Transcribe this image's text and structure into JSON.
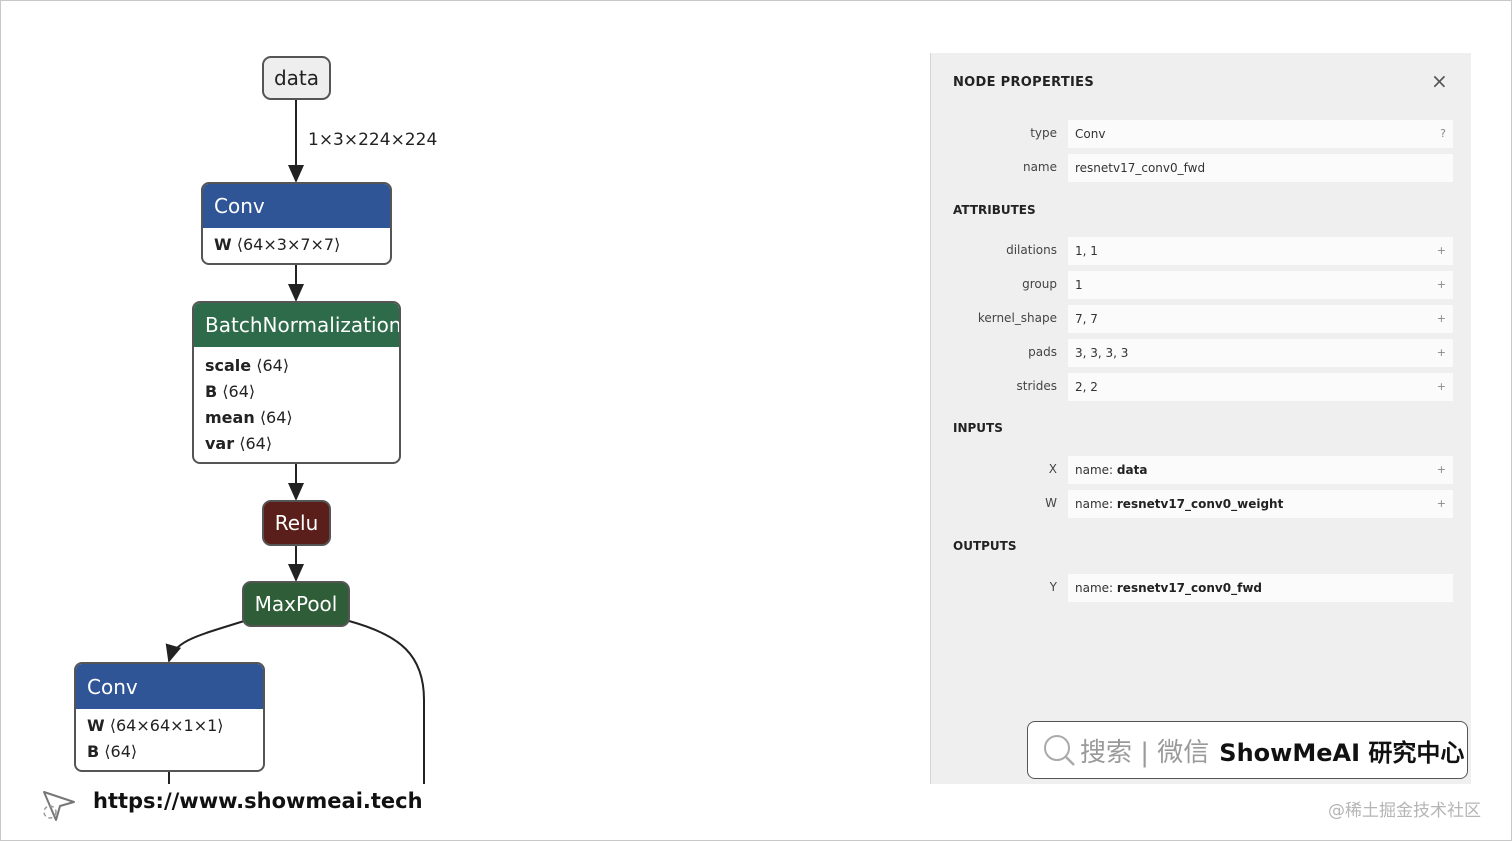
{
  "graph": {
    "input_node": "data",
    "input_shape": "1×3×224×224",
    "conv1": {
      "title": "Conv",
      "params": [
        {
          "name": "W",
          "shape": "⟨64×3×7×7⟩"
        }
      ]
    },
    "bn": {
      "title": "BatchNormalization",
      "params": [
        {
          "name": "scale",
          "shape": "⟨64⟩"
        },
        {
          "name": "B",
          "shape": "⟨64⟩"
        },
        {
          "name": "mean",
          "shape": "⟨64⟩"
        },
        {
          "name": "var",
          "shape": "⟨64⟩"
        }
      ]
    },
    "relu": "Relu",
    "maxpool": "MaxPool",
    "conv2": {
      "title": "Conv",
      "params": [
        {
          "name": "W",
          "shape": "⟨64×64×1×1⟩"
        },
        {
          "name": "B",
          "shape": "⟨64⟩"
        }
      ]
    },
    "colors": {
      "conv": "#2f5597",
      "bn": "#2e6b4a",
      "relu": "#5a1f1a",
      "maxpool": "#2f5d37",
      "data": "#eeeeee"
    }
  },
  "panel": {
    "title": "NODE PROPERTIES",
    "close_icon": "×",
    "type_label": "type",
    "type_value": "Conv",
    "type_help": "?",
    "name_label": "name",
    "name_value": "resnetv17_conv0_fwd",
    "attributes_header": "ATTRIBUTES",
    "attributes": [
      {
        "label": "dilations",
        "value": "1, 1"
      },
      {
        "label": "group",
        "value": "1"
      },
      {
        "label": "kernel_shape",
        "value": "7, 7"
      },
      {
        "label": "pads",
        "value": "3, 3, 3, 3"
      },
      {
        "label": "strides",
        "value": "2, 2"
      }
    ],
    "expand_symbol": "+",
    "inputs_header": "INPUTS",
    "inputs": [
      {
        "label": "X",
        "prefix": "name: ",
        "value": "data"
      },
      {
        "label": "W",
        "prefix": "name: ",
        "value": "resnetv17_conv0_weight"
      }
    ],
    "outputs_header": "OUTPUTS",
    "outputs": [
      {
        "label": "Y",
        "prefix": "name: ",
        "value": "resnetv17_conv0_fwd"
      }
    ]
  },
  "badge": {
    "hint": "搜索 | 微信",
    "brand": "ShowMeAI 研究中心"
  },
  "footer": {
    "url": "https://www.showmeai.tech",
    "watermark": "@稀土掘金技术社区"
  }
}
